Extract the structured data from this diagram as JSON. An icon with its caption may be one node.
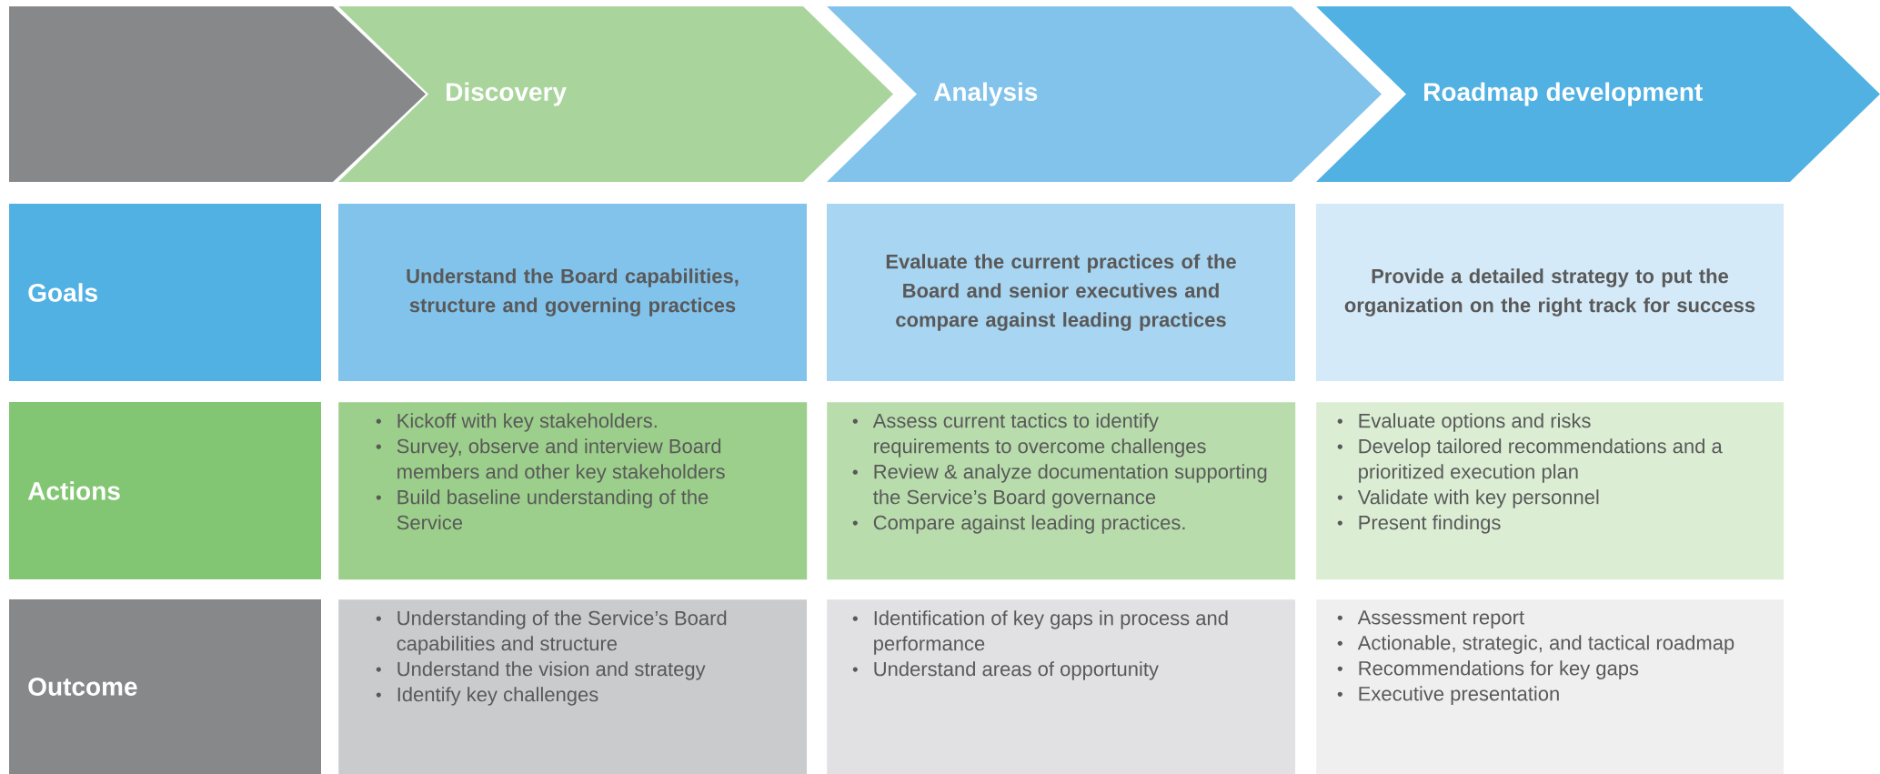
{
  "diagram": {
    "nodes": [
      {
        "text": [],
        "shape": "chevron"
      },
      {
        "text": [
          "Discovery"
        ]
      },
      {
        "text": [
          "Analysis"
        ]
      },
      {
        "text": [
          "Roadmap development"
        ]
      },
      {
        "text": [
          "Goals"
        ]
      },
      {
        "text": [
          "Understand the Board capabilities, structure and governing practices"
        ]
      },
      {
        "text": [
          "Evaluate the current practices of the Board and senior executives and compare against leading practices"
        ]
      },
      {
        "text": [
          "Provide a detailed strategy to put the organization on the right track for success"
        ]
      },
      {
        "text": [
          "Actions"
        ]
      },
      {
        "text": [
          "Kickoff with key stakeholders.",
          "Survey, observe and interview Board members and other key stakeholders",
          "Build baseline understanding of the Service"
        ]
      },
      {
        "text": [
          "Assess current tactics to identify requirements to overcome challenges",
          "Review & analyze documentation supporting the Service’s Board governance",
          "Compare against leading practices."
        ]
      },
      {
        "text": [
          "Evaluate options and risks",
          "Develop tailored recommendations and a prioritized execution plan",
          "Validate with key personnel",
          "Present findings"
        ]
      },
      {
        "text": [
          "Outcome"
        ]
      },
      {
        "text": [
          "Understanding of the Service’s Board capabilities and structure",
          "Understand the vision and strategy",
          "Identify key challenges"
        ]
      },
      {
        "text": [
          "Identification of key gaps in process and performance",
          "Understand areas of opportunity"
        ]
      },
      {
        "text": [
          "Assessment report",
          "Actionable, strategic, and tactical roadmap",
          "Recommendations for key gaps",
          "Executive presentation"
        ]
      }
    ]
  }
}
